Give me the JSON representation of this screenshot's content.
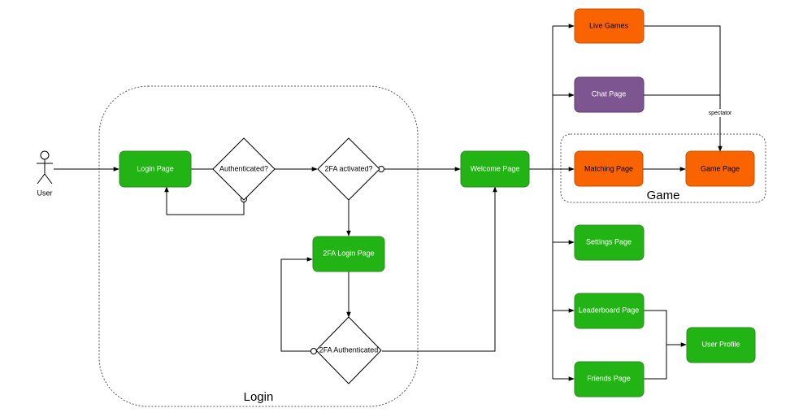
{
  "actor": {
    "label": "User"
  },
  "groups": {
    "login": {
      "label": "Login"
    },
    "game": {
      "label": "Game"
    }
  },
  "nodes": {
    "login_page": "Login Page",
    "authenticated": "Authenticated?",
    "twofa_activated": "2FA activated?",
    "twofa_login_page": "2FA Login Page",
    "twofa_authenticated": "2FA Authenticated",
    "welcome_page": "Welcome Page",
    "live_games": "Live Games",
    "chat_page": "Chat Page",
    "matching_page": "Matching Page",
    "game_page": "Game Page",
    "settings_page": "Settings Page",
    "leaderboard_page": "Leaderboard Page",
    "friends_page": "Friends Page",
    "user_profile": "User Profile"
  },
  "edge_labels": {
    "spectator": "spectator"
  },
  "colors": {
    "green": "#22b414",
    "green_border": "#2d8a22",
    "orange": "#fa6400",
    "orange_border": "#c24f00",
    "purple": "#7d5590",
    "purple_border": "#5a3b69",
    "stroke": "#000000"
  }
}
